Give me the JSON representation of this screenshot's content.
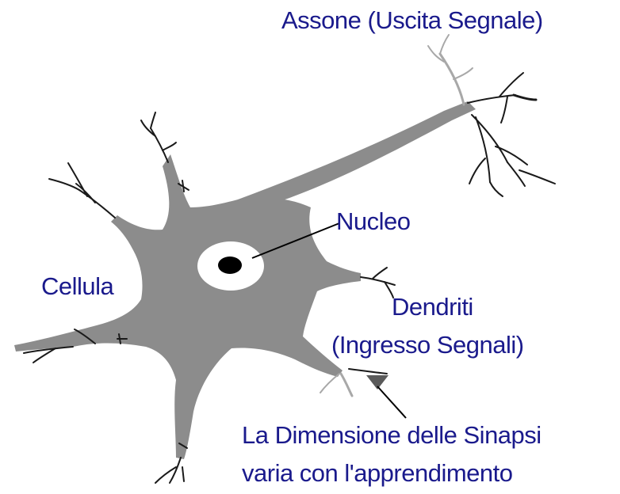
{
  "labels": {
    "axon": "Assone (Uscita Segnale)",
    "nucleus": "Nucleo",
    "cell": "Cellula",
    "dendrites_line1": "Dendriti",
    "dendrites_line2": "(Ingresso Segnali)",
    "synapse_line1": "La Dimensione delle Sinapsi",
    "synapse_line2": "varia con l'apprendimento"
  },
  "colors": {
    "cell_body": "#8c8c8c",
    "branch": "#1a1a1a",
    "light_branch": "#a8a8a8",
    "nucleus_ring": "#ffffff",
    "nucleolus": "#000000",
    "label_text": "#1a1a8c",
    "background": "#ffffff"
  }
}
